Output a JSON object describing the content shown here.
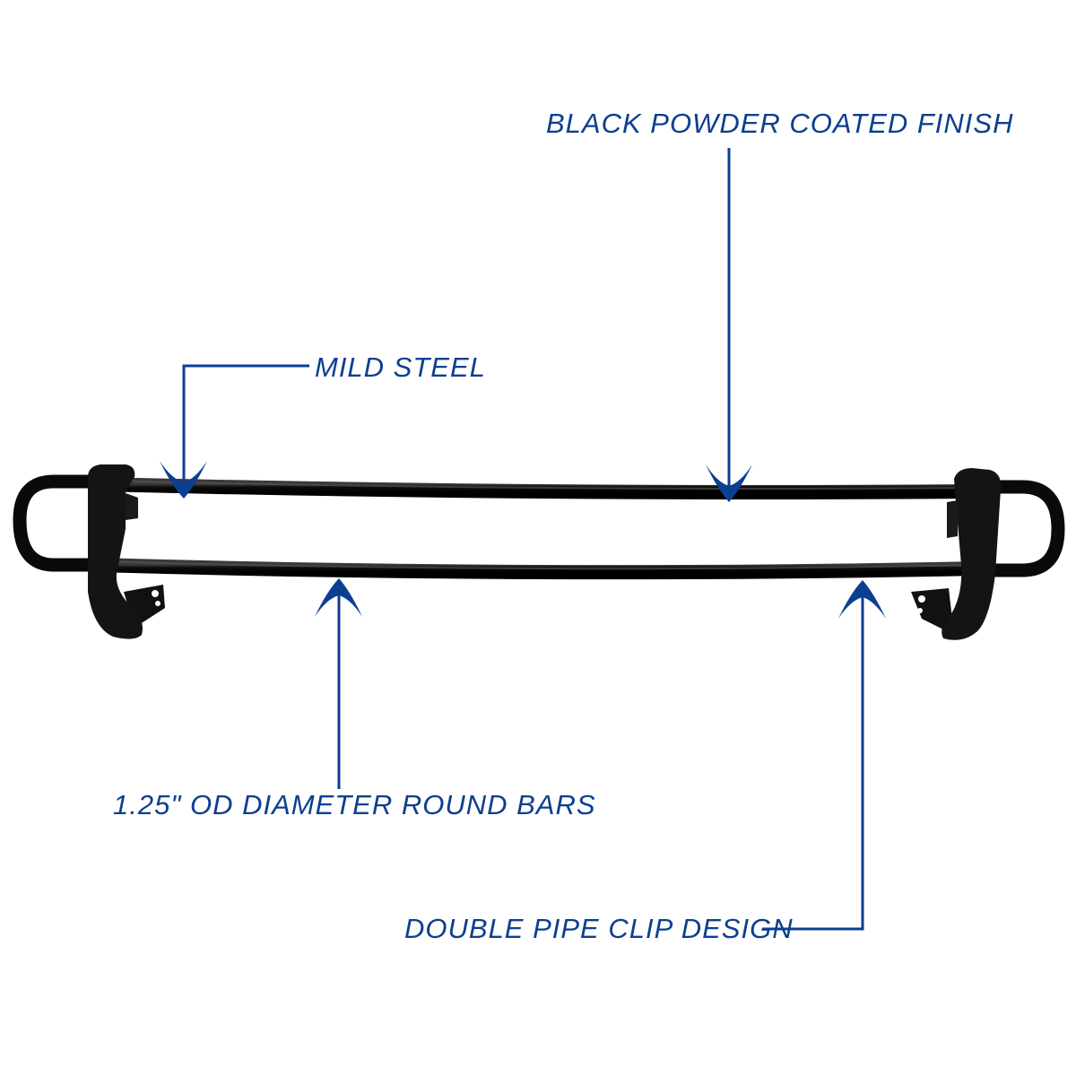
{
  "colors": {
    "callout": "#0c3f8f",
    "product": "#111111",
    "background": "#ffffff"
  },
  "callouts": {
    "finish": "BLACK POWDER COATED FINISH",
    "material": "MILD STEEL",
    "bars": "1.25\" OD DIAMETER ROUND BARS",
    "clip": "DOUBLE PIPE CLIP DESIGN"
  }
}
